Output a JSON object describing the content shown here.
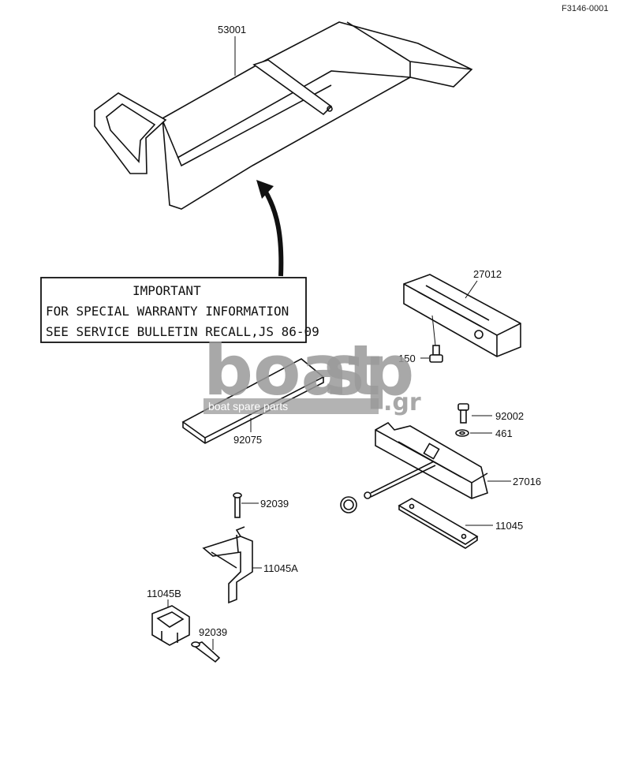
{
  "diagram": {
    "ref_code": "F3146-0001",
    "notice": {
      "heading": "IMPORTANT",
      "line1": "FOR SPECIAL WARRANTY INFORMATION",
      "line2": "SEE SERVICE BULLETIN RECALL,JS 86-09"
    },
    "parts": {
      "p53001": "53001",
      "p27012": "27012",
      "p150": "150",
      "p92075": "92075",
      "p92002": "92002",
      "p461": "461",
      "p27016": "27016",
      "p11045": "11045",
      "p92039a": "92039",
      "p11045A": "11045A",
      "p11045B": "11045B",
      "p92039b": "92039"
    },
    "watermark": {
      "brand_left": "boat",
      "brand_right": "sp",
      "tld": ".gr",
      "tagline": "boat spare parts"
    }
  }
}
